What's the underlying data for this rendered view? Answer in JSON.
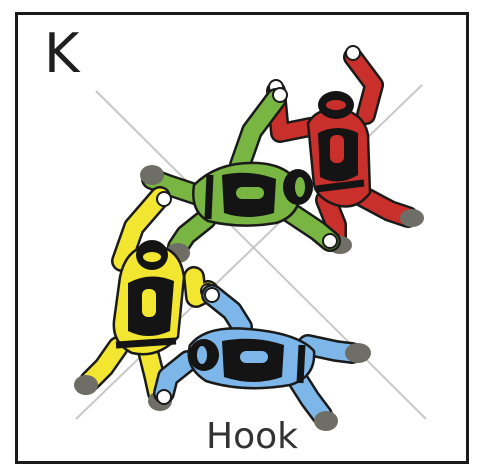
{
  "card": {
    "letter": "K",
    "formation_name": "Hook"
  },
  "jumpers": [
    {
      "name": "red",
      "suit_color": "#c9302c"
    },
    {
      "name": "green",
      "suit_color": "#79b543"
    },
    {
      "name": "yellow",
      "suit_color": "#f2e631"
    },
    {
      "name": "blue",
      "suit_color": "#7db6e8"
    }
  ],
  "colors": {
    "harness": "#141414",
    "glove_boot": "#6e6e66",
    "hand_white": "#ffffff",
    "grid_line": "#c8c8c8",
    "border": "#1a1a1a"
  }
}
